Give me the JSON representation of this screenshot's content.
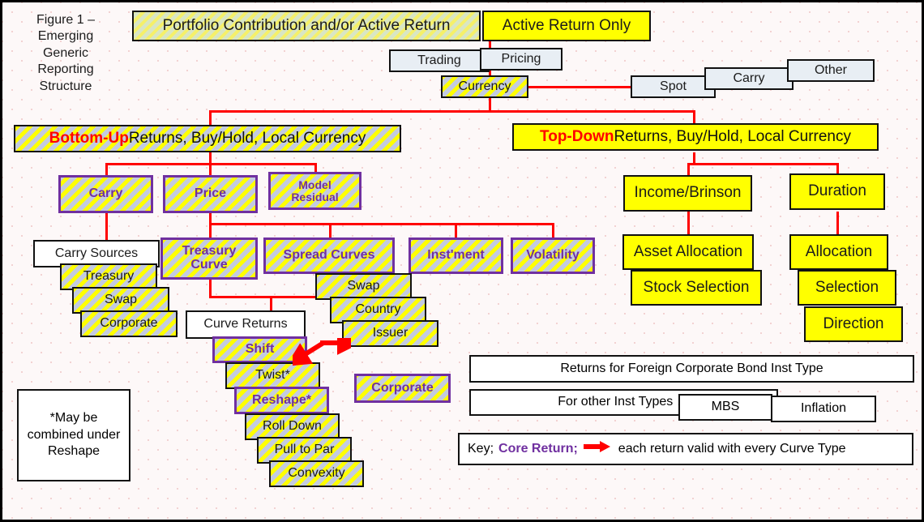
{
  "figure": {
    "caption": "Figure 1 – Emerging Generic Reporting Structure"
  },
  "top": {
    "portfolio_contribution": "Portfolio Contribution and/or Active Return",
    "active_return_only": "Active Return Only",
    "trading": "Trading",
    "pricing": "Pricing",
    "currency": "Currency",
    "spot": "Spot",
    "carry": "Carry",
    "other": "Other"
  },
  "branches": {
    "bottom_up_prefix": "Bottom-Up",
    "bottom_up_rest": " Returns, Buy/Hold, Local Currency",
    "top_down_prefix": "Top-Down",
    "top_down_rest": " Returns, Buy/Hold, Local Currency"
  },
  "bottom_up": {
    "carry": "Carry",
    "price": "Price",
    "model_residual": "Model Residual",
    "carry_sources": "Carry Sources",
    "carry_children": [
      "Treasury",
      "Swap",
      "Corporate"
    ],
    "treasury_curve": "Treasury Curve",
    "spread_curves": "Spread Curves",
    "instment": "Inst'ment",
    "volatility": "Volatility",
    "curve_returns": "Curve Returns",
    "curve_children": [
      "Shift",
      "Twist*",
      "Reshape*",
      "Roll Down",
      "Pull to Par",
      "Convexity"
    ],
    "spread_children": [
      "Swap",
      "Country",
      "Issuer",
      "Corporate"
    ]
  },
  "top_down": {
    "income_brinson": "Income/Brinson",
    "duration": "Duration",
    "asset_allocation": "Asset Allocation",
    "stock_selection": "Stock Selection",
    "allocation": "Allocation",
    "selection": "Selection",
    "direction": "Direction"
  },
  "notes": {
    "may_be_combined": "*May be combined under Reshape",
    "foreign_corporate": "Returns for Foreign Corporate Bond Inst Type",
    "other_inst_types": "For other Inst Types …",
    "mbs": "MBS",
    "inflation": "Inflation"
  },
  "legend": {
    "key_label": "Key;",
    "core_return": "Core Return;",
    "arrow_text": "each return valid with every Curve Type"
  },
  "colors": {
    "connector_red": "#FF0000",
    "purple_accent": "#7030A0",
    "red_accent": "#FF0000",
    "yellow": "#FFFF00",
    "blue_gray": "#E8EEF4"
  }
}
